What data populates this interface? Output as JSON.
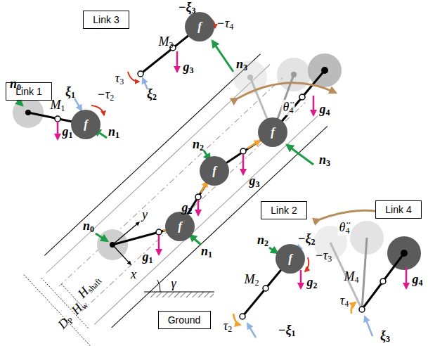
{
  "diagram": {
    "nodes": [
      {
        "text": [
          "Link 3"
        ]
      },
      {
        "text": [
          "Link 1"
        ]
      },
      {
        "text": [
          "Link 4"
        ]
      },
      {
        "text": [
          "Link 2"
        ]
      },
      {
        "text": [
          "Ground"
        ]
      },
      {
        "text": [
          "f"
        ]
      },
      {
        "text": [
          "f"
        ]
      },
      {
        "text": [
          "f"
        ]
      },
      {
        "text": [
          "f"
        ]
      },
      {
        "text": [
          "f"
        ]
      },
      {
        "text": [
          "f"
        ]
      }
    ],
    "edges": [],
    "labels": [
      "n0",
      "ξ1",
      "−τ2",
      "M1",
      "g1",
      "n1",
      "−ξ3",
      "−τ4",
      "M3",
      "n3",
      "τ3",
      "ξ2",
      "g3",
      "n0",
      "y",
      "x",
      "g1",
      "n1",
      "n2",
      "g2",
      "g3",
      "n3",
      "g4",
      "θ̈4",
      "γ",
      "Hshaft",
      "Hw",
      "DP",
      "θ̈4",
      "M4",
      "g4",
      "τ4",
      "ξ3",
      "n2",
      "−ξ2",
      "−τ3",
      "M2",
      "g2",
      "τ2",
      "−ξ1"
    ]
  }
}
